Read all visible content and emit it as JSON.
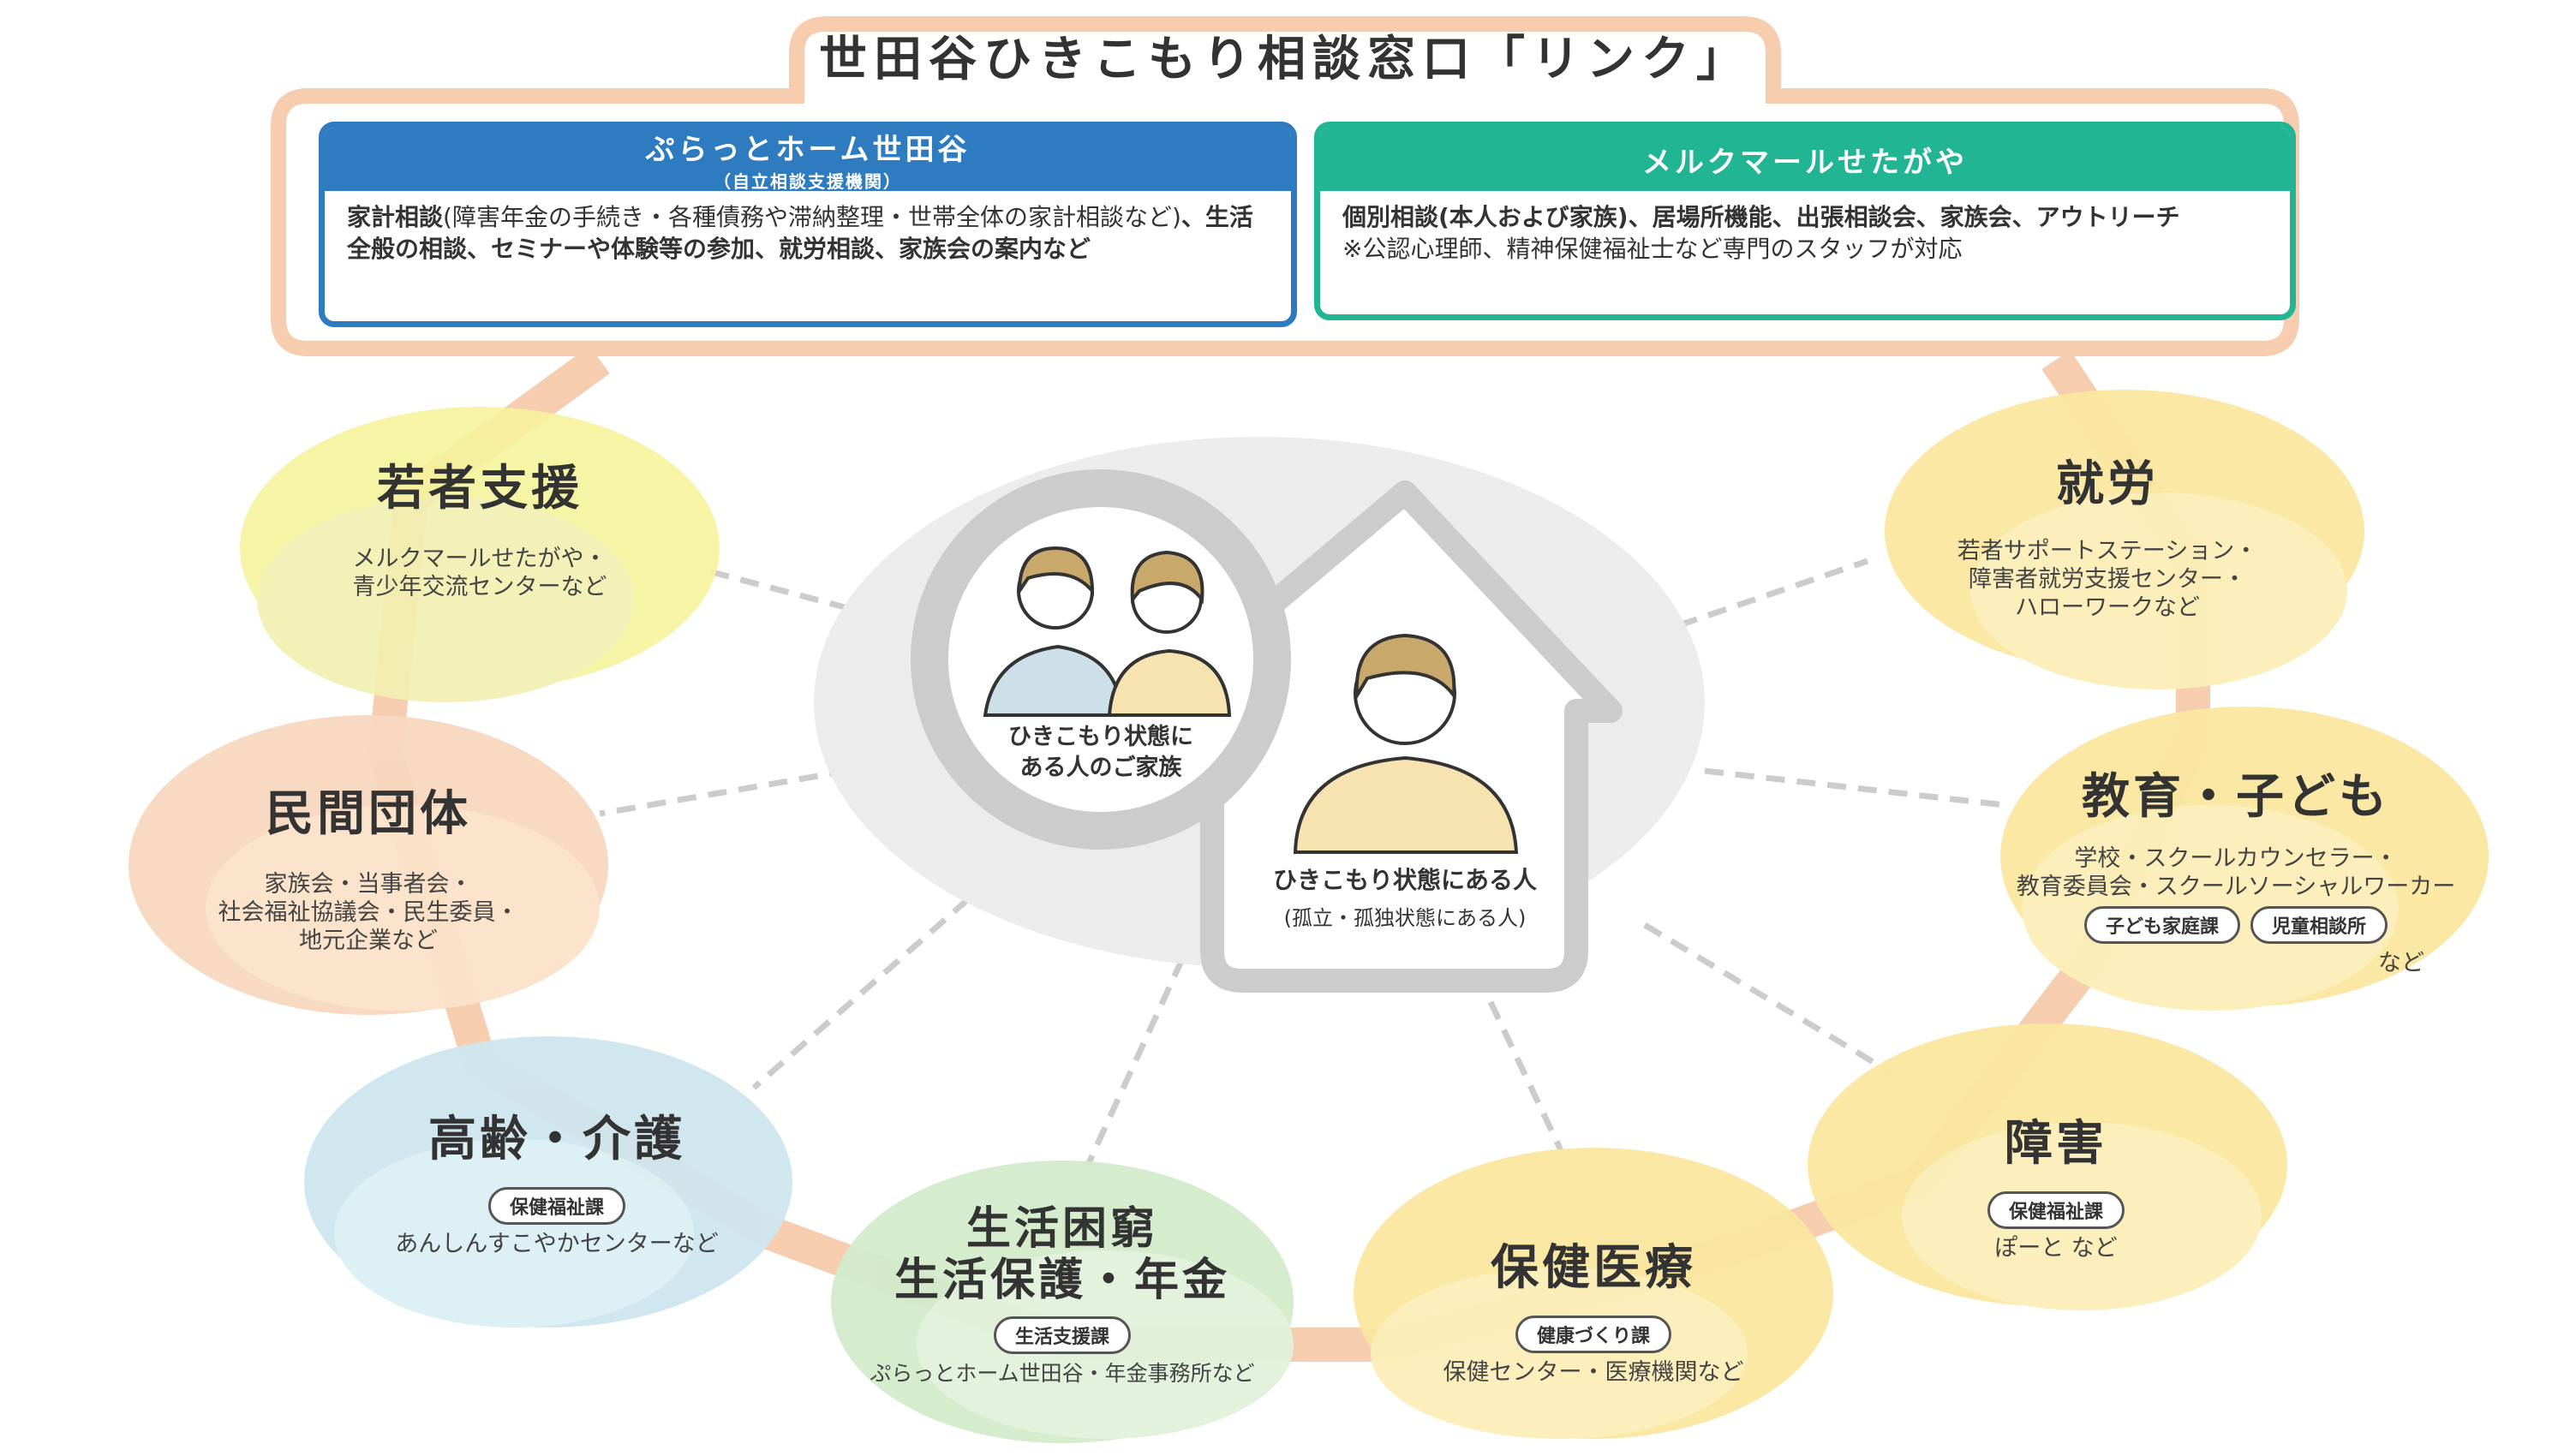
{
  "header": {
    "title": "世田谷ひきこもり相談窓口「リンク」"
  },
  "org_left": {
    "name": "ぷらっとホーム世田谷",
    "sub": "（自立相談支援機関）",
    "body": [
      {
        "text": "家計相談",
        "bold": true
      },
      {
        "text": "(障害年金の手続き・各種債務や滞納整理・世帯全体の家計相談など)",
        "bold": false
      },
      {
        "text": "、生活全般の相談、セミナーや体験等の参加、就労相談、家族会の案内など",
        "bold": true
      }
    ]
  },
  "org_right": {
    "name": "メルクマールせたがや",
    "line1": "個別相談(本人および家族)、居場所機能、出張相談会、家族会、アウトリーチ",
    "line2": "※公認心理師、精神保健福祉士など専門のスタッフが対応"
  },
  "center": {
    "family_label_1": "ひきこもり状態に",
    "family_label_2": "ある人のご家族",
    "person_label": "ひきこもり状態にある人",
    "person_sub": "(孤立・孤独状態にある人)"
  },
  "clusters": {
    "youth": {
      "title": "若者支援",
      "desc1": "メルクマールせたがや・",
      "desc2": "青少年交流センターなど"
    },
    "private": {
      "title": "民間団体",
      "desc1": "家族会・当事者会・",
      "desc2": "社会福祉協議会・民生委員・",
      "desc3": "地元企業など"
    },
    "elderly": {
      "title": "高齢・介護",
      "tag": "保健福祉課",
      "desc": "あんしんすこやかセンターなど"
    },
    "poverty": {
      "title1": "生活困窮",
      "title2": "生活保護・年金",
      "tag": "生活支援課",
      "desc": "ぷらっとホーム世田谷・年金事務所など"
    },
    "health": {
      "title": "保健医療",
      "tag": "健康づくり課",
      "desc": "保健センター・医療機関など"
    },
    "disability": {
      "title": "障害",
      "tag": "保健福祉課",
      "desc": "ぽーと など"
    },
    "education": {
      "title": "教育・子ども",
      "desc1": "学校・スクールカウンセラー・",
      "desc2": "教育委員会・スクールソーシャルワーカー",
      "tag1": "子ども家庭課",
      "tag2": "児童相談所",
      "desc3": "など"
    },
    "work": {
      "title": "就労",
      "desc1": "若者サポートステーション・",
      "desc2": "障害者就労支援センター・",
      "desc3": "ハローワークなど"
    }
  },
  "colors": {
    "blue": "#2e7bbf",
    "teal": "#22b594",
    "peach": "#f7cdb0",
    "youth": "#f6f39c",
    "private": "#f8d7bf",
    "elderly": "#cfe6ef",
    "poverty": "#d3ebcb",
    "yellow": "#fbe7a0",
    "gray": "#cccccc"
  }
}
